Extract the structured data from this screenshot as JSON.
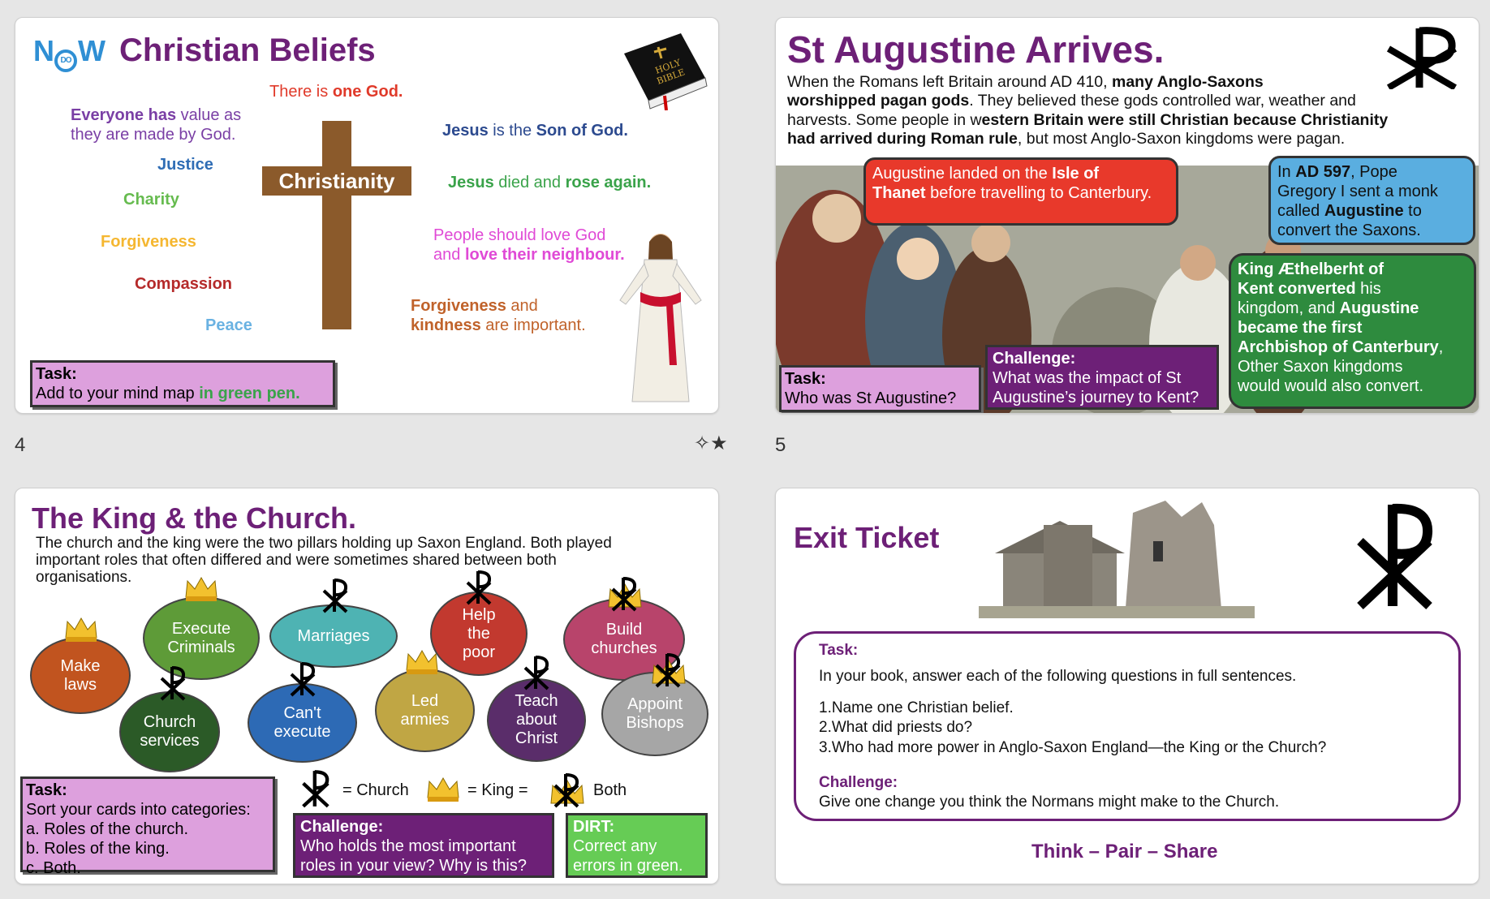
{
  "slides": {
    "s4": {
      "number": "4",
      "logo": "N  W",
      "title": "Christian Beliefs",
      "center_label": "Christianity",
      "bible_text": "HOLY BIBLE",
      "left_items": [
        {
          "text": "Justice",
          "color": "#2f6db5"
        },
        {
          "text": "Charity",
          "color": "#66bb4f"
        },
        {
          "text": "Forgiveness",
          "color": "#f5b731"
        },
        {
          "text": "Compassion",
          "color": "#b52a2a"
        },
        {
          "text": "Peace",
          "color": "#6ab2e2"
        }
      ],
      "everyone_a": "Everyone has",
      "everyone_b": " value as",
      "everyone_c": "they are made by God.",
      "one_god_a": "There is ",
      "one_god_b": "one God.",
      "son_a": "Jesus",
      "son_b": " is the ",
      "son_c": "Son of God.",
      "died_a": "Jesus",
      "died_b": " died and ",
      "died_c": "rose again.",
      "love_a": "People should love God",
      "love_b": "and ",
      "love_c": "love their neighbour.",
      "forg_a": "Forgiveness",
      "forg_b": " and",
      "forg_c": "kindness",
      "forg_d": " are important.",
      "task_label": "Task:",
      "task_text": "Add to your mind map ",
      "task_green": "in green pen."
    },
    "s5": {
      "number": "5",
      "title": "St Augustine Arrives.",
      "intro": [
        [
          "When the Romans left Britain around AD 410, ",
          "many Anglo-Saxons",
          ""
        ],
        [
          "worshipped pagan gods",
          ". They believed these gods controlled war, weather and",
          ""
        ],
        [
          "harvests. Some people in w",
          "estern Britain were still Christian because Christianity",
          ""
        ],
        [
          "had arrived during Roman rule",
          ", but most Anglo-Saxon kingdoms were pagan.",
          ""
        ]
      ],
      "red_a": "Augustine landed on the ",
      "red_b": "Isle of",
      "red_c": "Thanet",
      "red_d": " before travelling to Canterbury.",
      "blue_a": "In ",
      "blue_b": "AD 597",
      "blue_c": ", Pope",
      "blue_d": "Gregory I sent a monk",
      "blue_e": "called ",
      "blue_f": "Augustine",
      "blue_g": " to",
      "blue_h": "convert the Saxons.",
      "green_lines": [
        [
          "King Æthelberht of",
          ""
        ],
        [
          "Kent  converted",
          " his"
        ],
        [
          "kingdom, and ",
          "Augustine"
        ],
        [
          "became the first",
          ""
        ],
        [
          "Archbishop of Canterbury",
          ","
        ],
        [
          "Other Saxon kingdoms",
          ""
        ],
        [
          "would would also convert.",
          ""
        ]
      ],
      "task_label": "Task:",
      "task_text": "Who was St Augustine?",
      "challenge_label": "Challenge:",
      "challenge_text_a": "What was the impact of St",
      "challenge_text_b": "Augustine’s journey to Kent?"
    },
    "s6": {
      "title": "The King & the Church.",
      "intro_a": "The church and the king were the two pillars holding up Saxon England. Both played",
      "intro_b": "important roles that often differed and were sometimes shared between both",
      "intro_c": "organisations.",
      "ovals": [
        {
          "label": "Make laws",
          "color": "#c1541f",
          "symbol": "king"
        },
        {
          "label": "Execute Criminals",
          "color": "#5e9b38",
          "symbol": "king"
        },
        {
          "label": "Church services",
          "color": "#2b5a27",
          "symbol": "church"
        },
        {
          "label": "Marriages",
          "color": "#4eb3b3",
          "symbol": "church"
        },
        {
          "label": "Can't execute",
          "color": "#2d6ab5",
          "symbol": "church"
        },
        {
          "label": "Help the poor",
          "color": "#c2392f",
          "symbol": "church"
        },
        {
          "label": "Led armies",
          "color": "#c0a644",
          "symbol": "king"
        },
        {
          "label": "Teach about Christ",
          "color": "#5a2d6a",
          "symbol": "church"
        },
        {
          "label": "Build churches",
          "color": "#b8446b",
          "symbol": "both"
        },
        {
          "label": "Appoint Bishops",
          "color": "#a6a6a6",
          "symbol": "both"
        }
      ],
      "legend_church": "= Church",
      "legend_king": "= King =",
      "legend_both": "Both",
      "task_label": "Task:",
      "task_lines": [
        "Sort your cards into categories:",
        "a.  Roles of the church.",
        "b.  Roles of the king.",
        "c.  Both."
      ],
      "challenge_label": "Challenge:",
      "challenge_lines": [
        "Who holds the most important",
        "roles in your view? Why is this?"
      ],
      "dirt_label": "DIRT:",
      "dirt_lines": [
        "Correct any",
        "errors in green."
      ]
    },
    "s7": {
      "title": "Exit Ticket",
      "task_label": "Task:",
      "task_intro": "In your book, answer each of the following questions in full sentences.",
      "questions": [
        "1.Name one Christian belief.",
        "2.What did priests do?",
        "3.Who had more power in Anglo-Saxon England—the King or the Church?"
      ],
      "challenge_label": "Challenge:",
      "challenge_text": "Give one change you think the Normans might make to the Church.",
      "footer": "Think – Pair – Share"
    }
  },
  "icons": {
    "star_icon": "✧★",
    "chi_rho": "☧"
  },
  "colors": {
    "purple": "#6d2077",
    "task_pink": "#dda0dd",
    "green_box": "#2e8b3e"
  }
}
